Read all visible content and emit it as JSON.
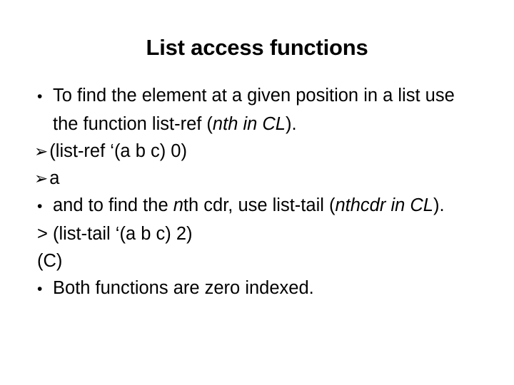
{
  "slide": {
    "title": "List access functions",
    "background_color": "#ffffff",
    "text_color": "#000000",
    "bullet_glyph": "•",
    "arrow_glyph": "➢",
    "lines": [
      {
        "kind": "bullet",
        "bullet": "•",
        "text_before_italic": "To find the element at a given position in a list use the function list-ref (",
        "italic": "nth in CL",
        "text_after_italic": ")."
      },
      {
        "kind": "arrow",
        "bullet": "➢",
        "text": "(list-ref  ‘(a  b  c) 0)"
      },
      {
        "kind": "arrow",
        "bullet": "➢",
        "text": "a"
      },
      {
        "kind": "bullet",
        "bullet": "•",
        "text_before_italic": "and to find the ",
        "italic_mid": "n",
        "text_mid": "th cdr,  use list-tail (",
        "italic": "nthcdr in CL",
        "text_after_italic": ")."
      },
      {
        "kind": "gt",
        "text": "> (list-tail  ‘(a  b  c) 2)"
      },
      {
        "kind": "plain",
        "text": "(C)"
      },
      {
        "kind": "bullet",
        "bullet": "•",
        "text_before_italic": "Both functions are zero indexed.",
        "italic": "",
        "text_after_italic": ""
      }
    ]
  }
}
